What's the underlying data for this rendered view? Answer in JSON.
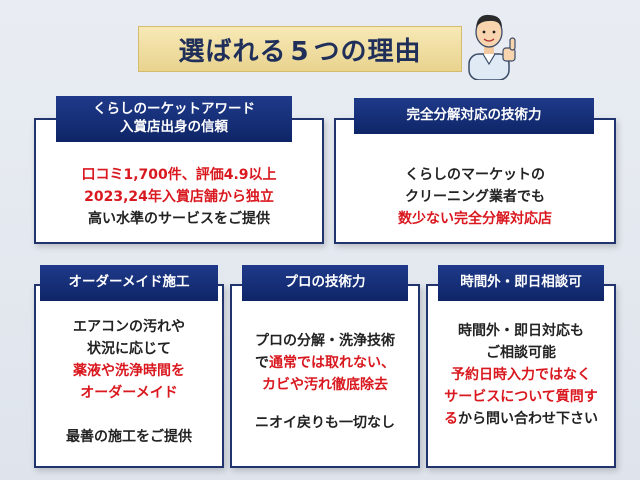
{
  "title": {
    "prefix": "選ばれる",
    "number": "5",
    "suffix": "つの理由"
  },
  "cards": [
    {
      "header_line1": "くらしのーケットアワード",
      "header_line2": "入賞店出身の信頼",
      "lines": [
        {
          "text": "口コミ1,700件、評価4.9以上",
          "accent": true
        },
        {
          "text": "2023,24年入賞店舗から独立",
          "accent": true
        },
        {
          "text": "高い水準のサービスをご提供",
          "accent": false
        }
      ]
    },
    {
      "header_line1": "完全分解対応の技術力",
      "lines": [
        {
          "text": "くらしのマーケットの",
          "accent": false
        },
        {
          "text": "クリーニング業者でも",
          "accent": false
        },
        {
          "text": "数少ない完全分解対応店",
          "accent": true
        }
      ]
    },
    {
      "header_line1": "オーダーメイド施工",
      "lines": [
        {
          "text": "エアコンの汚れや",
          "accent": false
        },
        {
          "text": "状況に応じて",
          "accent": false
        },
        {
          "text": "薬液や洗浄時間を",
          "accent": true
        },
        {
          "text": "オーダーメイド",
          "accent": true
        },
        {
          "text": "最善の施工をご提供",
          "accent": false
        }
      ]
    },
    {
      "header_line1": "プロの技術力",
      "lines": [
        {
          "text": "プロの分解・洗浄技術",
          "accent": false
        },
        {
          "pre": "で",
          "hl": "通常では取れない、"
        },
        {
          "text": "カビや汚れ徹底除去",
          "accent": true
        },
        {
          "text": "ニオイ戻りも一切なし",
          "accent": false
        }
      ]
    },
    {
      "header_line1": "時間外・即日相談可",
      "lines": [
        {
          "text": "時間外・即日対応も",
          "accent": false
        },
        {
          "text": "ご相談可能",
          "accent": false
        },
        {
          "text": "予約日時入力ではなく",
          "accent": true
        },
        {
          "text": "サービスについて質問す",
          "accent": true
        },
        {
          "hl": "る",
          "post": "から問い合わせ下さい"
        }
      ]
    }
  ],
  "colors": {
    "navy": "#1f3a8a",
    "accent_red": "#d9181f",
    "banner_gold": "#efdc9e"
  },
  "icons": {
    "mascot": "thumbs-up-man-illustration"
  }
}
